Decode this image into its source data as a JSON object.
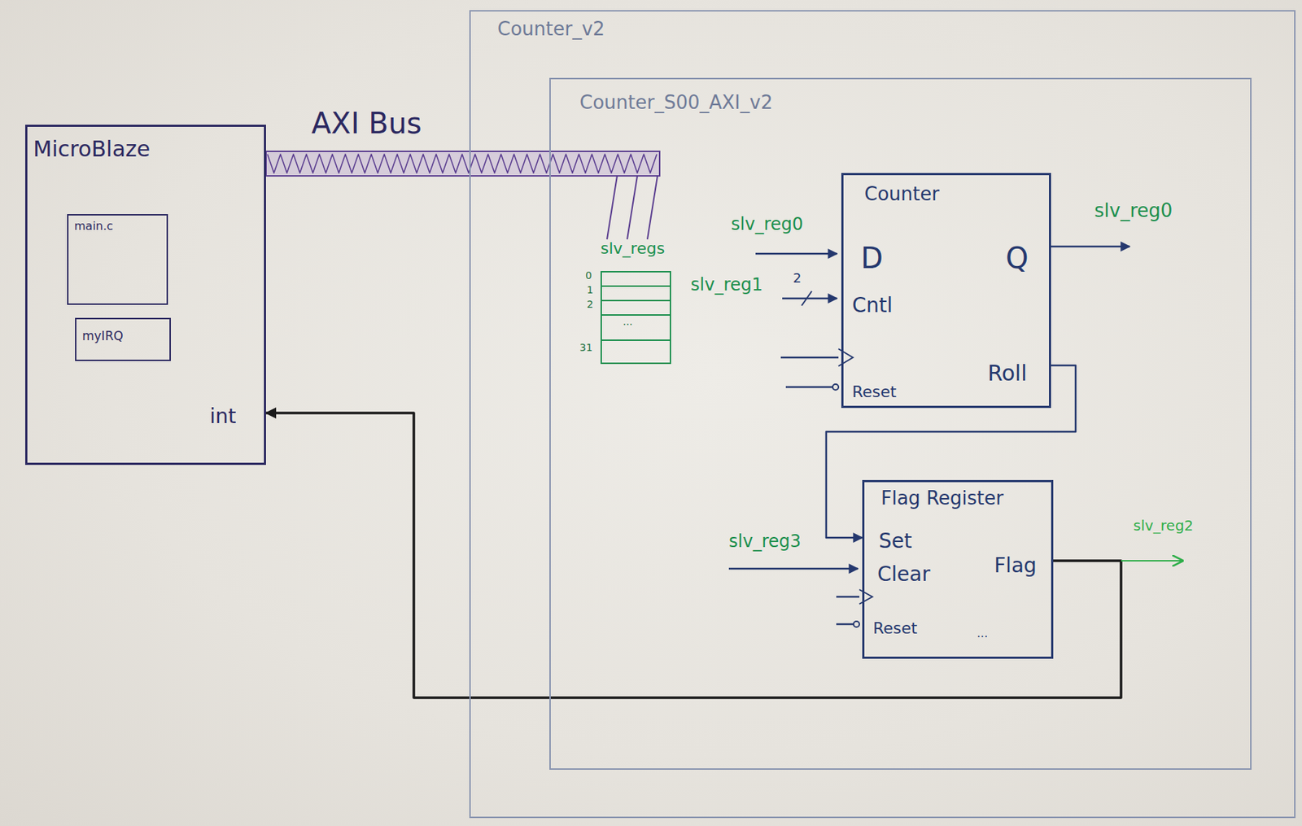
{
  "diagram": {
    "nodes": [
      {
        "text": [
          "MicroBlaze",
          "int"
        ]
      },
      {
        "text": [
          "main.c"
        ],
        "in": 0
      },
      {
        "text": [
          "myIRQ"
        ],
        "in": 0
      },
      {
        "text": [
          "Counter_v2"
        ]
      },
      {
        "text": [
          "Counter_S00_AXI_v2"
        ],
        "in": 3
      },
      {
        "text": [
          "slv_regs"
        ],
        "in": 4
      },
      {
        "text": [
          "Counter",
          "D",
          "Cntl",
          "Reset",
          "Q",
          "Roll"
        ],
        "in": 4
      },
      {
        "text": [
          "Flag Register",
          "Set",
          "Clear",
          "Reset",
          "Flag"
        ],
        "in": 4
      }
    ],
    "edges": [
      {
        "from": 0,
        "to": 5,
        "arrow": "none",
        "label": "AXI Bus"
      },
      {
        "from": 6,
        "to": 7,
        "arrow": "to"
      },
      {
        "from": 7,
        "to": 0,
        "arrow": "to"
      }
    ],
    "labels": [
      "0",
      "1",
      "2",
      "...",
      "31",
      "slv_reg0",
      "slv_reg1",
      "2",
      "slv_reg3",
      "slv_reg0",
      "slv_reg2",
      "..."
    ]
  }
}
